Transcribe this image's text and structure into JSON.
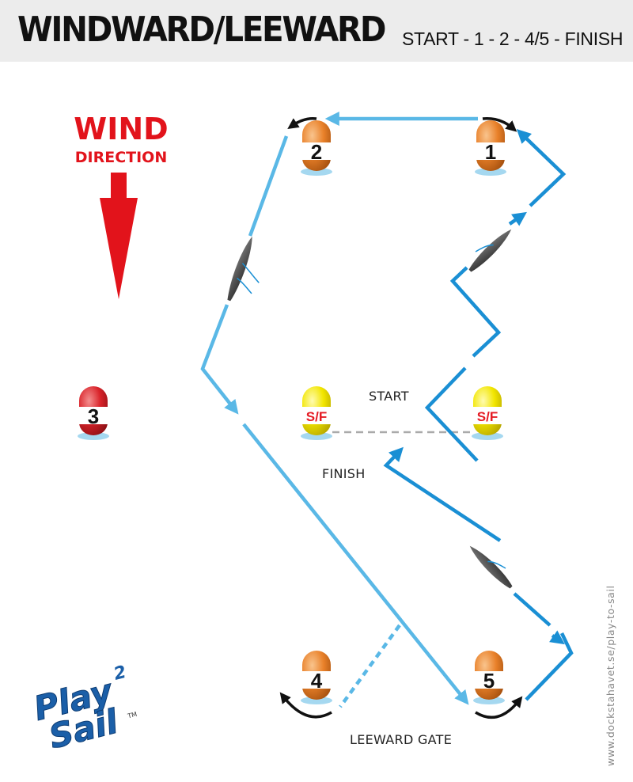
{
  "header": {
    "title": "WINDWARD/LEEWARD",
    "subtitle": "START - 1 - 2 - 4/5 - FINISH"
  },
  "wind": {
    "line1": "WIND",
    "line2": "DIRECTION",
    "color": "#e2131b"
  },
  "marks": {
    "m1": "1",
    "m2": "2",
    "m3": "3",
    "m4": "4",
    "m5": "5",
    "sf": "S/F"
  },
  "labels": {
    "start": "START",
    "finish": "FINISH",
    "leeward_gate": "LEEWARD GATE"
  },
  "logo": {
    "word1": "Play",
    "sup": "2",
    "word2": "Sail",
    "tm": "TM"
  },
  "credit": "www.dockstahavet.se/play-to-sail",
  "colors": {
    "upwind": "#1a8fd4",
    "downwind": "#5ab8e6",
    "orange_buoy": "#e9812a",
    "yellow_buoy": "#f2e600",
    "red_buoy": "#d9232a",
    "logo_blue": "#1b5fa8"
  }
}
